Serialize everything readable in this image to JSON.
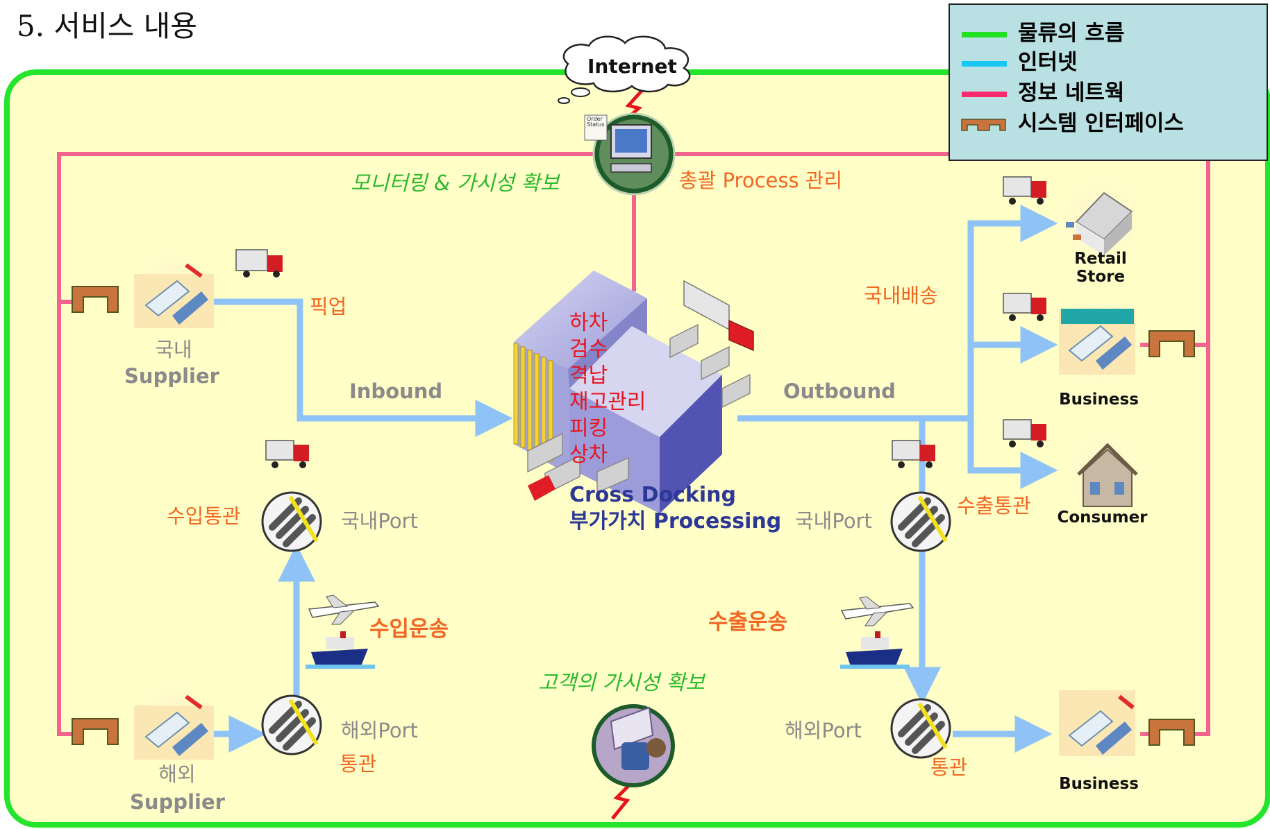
{
  "title": "5. 서비스 내용",
  "internet": "Internet",
  "legend": {
    "items": [
      {
        "label": "물류의 흐름",
        "color": "#22e022"
      },
      {
        "label": "인터넷",
        "color": "#19c6f5"
      },
      {
        "label": "정보 네트웍",
        "color": "#ff2a6d"
      },
      {
        "label": "시스템 인터페이스",
        "color": "#c8743c"
      }
    ]
  },
  "labels": {
    "monitoring": "모니터링 & 가시성 확보",
    "process_mgmt": "총괄 Process 관리",
    "pickup": "픽업",
    "domestic": "국내",
    "supplier": "Supplier",
    "inbound": "Inbound",
    "outbound": "Outbound",
    "domestic_delivery": "국내배송",
    "import_clearance": "수입통관",
    "domestic_port_left": "국내Port",
    "domestic_port_right": "국내Port",
    "export_clearance": "수출통관",
    "import_transport": "수입운송",
    "export_transport": "수출운송",
    "customer_visibility": "고객의 가시성 확보",
    "overseas": "해외",
    "overseas_port_left": "해외Port",
    "overseas_port_right": "해외Port",
    "clearance_left": "통관",
    "clearance_right": "통관",
    "cross_docking": "Cross Docking",
    "value_added": "부가가치 Processing",
    "retail": "Retail",
    "store": "Store",
    "business_top": "Business",
    "consumer": "Consumer",
    "business_bottom": "Business",
    "order_status_l1": "Order",
    "order_status_l2": "Status"
  },
  "warehouse_steps": [
    "하차",
    "검수",
    "격납",
    "재고관리",
    "피킹",
    "상차"
  ]
}
